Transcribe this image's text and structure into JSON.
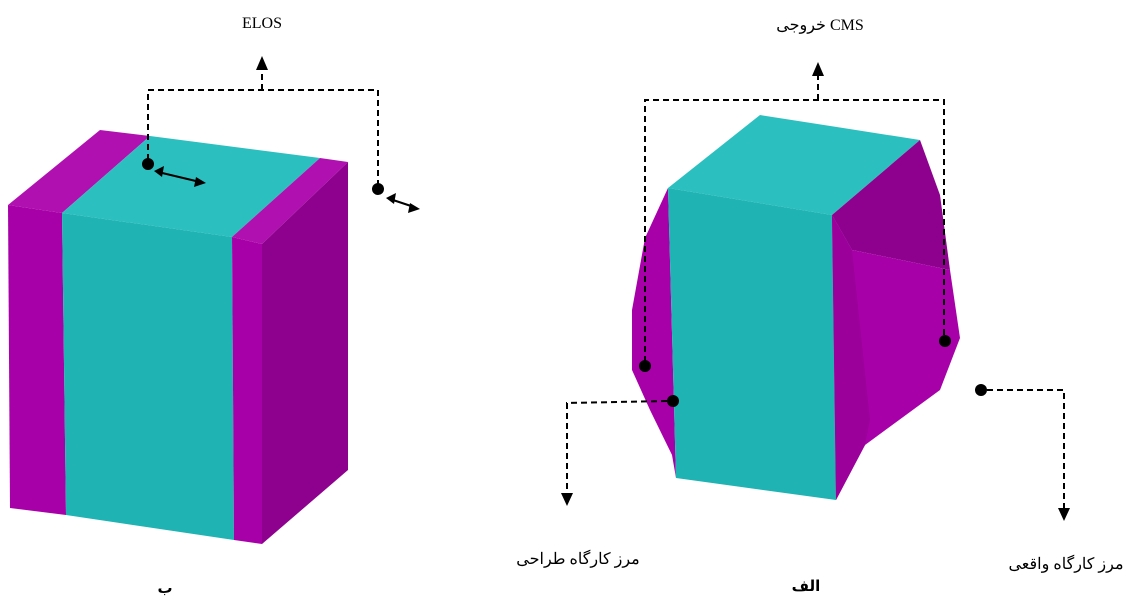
{
  "left_figure": {
    "label": "ELOS",
    "caption": "ب"
  },
  "right_figure": {
    "label": "خروجی  CMS",
    "caption": "الف",
    "designed_boundary_label": "مرز کارگاه طراحی",
    "actual_boundary_label": "مرز کارگاه واقعی"
  },
  "colors": {
    "teal": "#1fb3b3",
    "teal_top": "#2bc0bf",
    "magenta": "#a800a8",
    "magenta_dark": "#8e008e",
    "magenta_top": "#b010b0",
    "line": "#000000"
  }
}
